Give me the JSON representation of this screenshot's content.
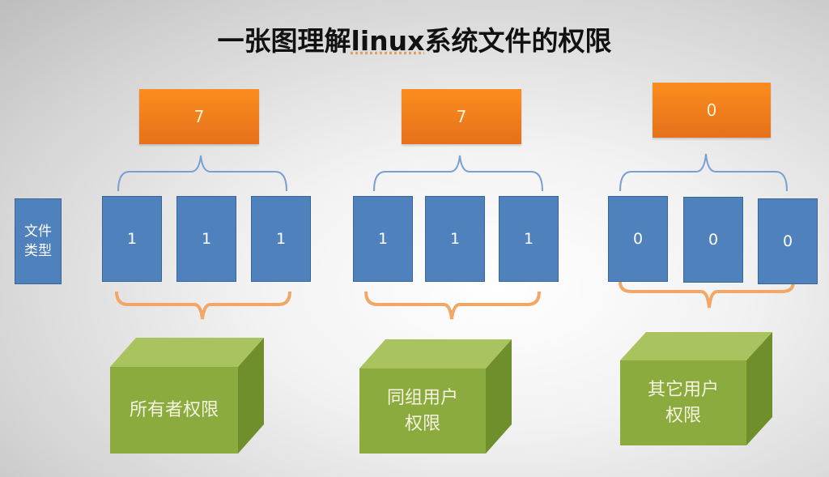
{
  "title": {
    "prefix": "一张图理解",
    "linux": "linux",
    "suffix": "系统文件的权限"
  },
  "file_type_label": "文件\n类型",
  "groups": [
    {
      "octal": "7",
      "bits": [
        "1",
        "1",
        "1"
      ],
      "label": "所有者权限"
    },
    {
      "octal": "7",
      "bits": [
        "1",
        "1",
        "1"
      ],
      "label": "同组用户\n权限"
    },
    {
      "octal": "0",
      "bits": [
        "0",
        "0",
        "0"
      ],
      "label": "其它用户\n权限"
    }
  ],
  "colors": {
    "orange": "#f7821d",
    "blue": "#4f81bd",
    "green": "#8fb043",
    "brace_blue": "#7aa0d0",
    "brace_orange": "#f2a766"
  }
}
